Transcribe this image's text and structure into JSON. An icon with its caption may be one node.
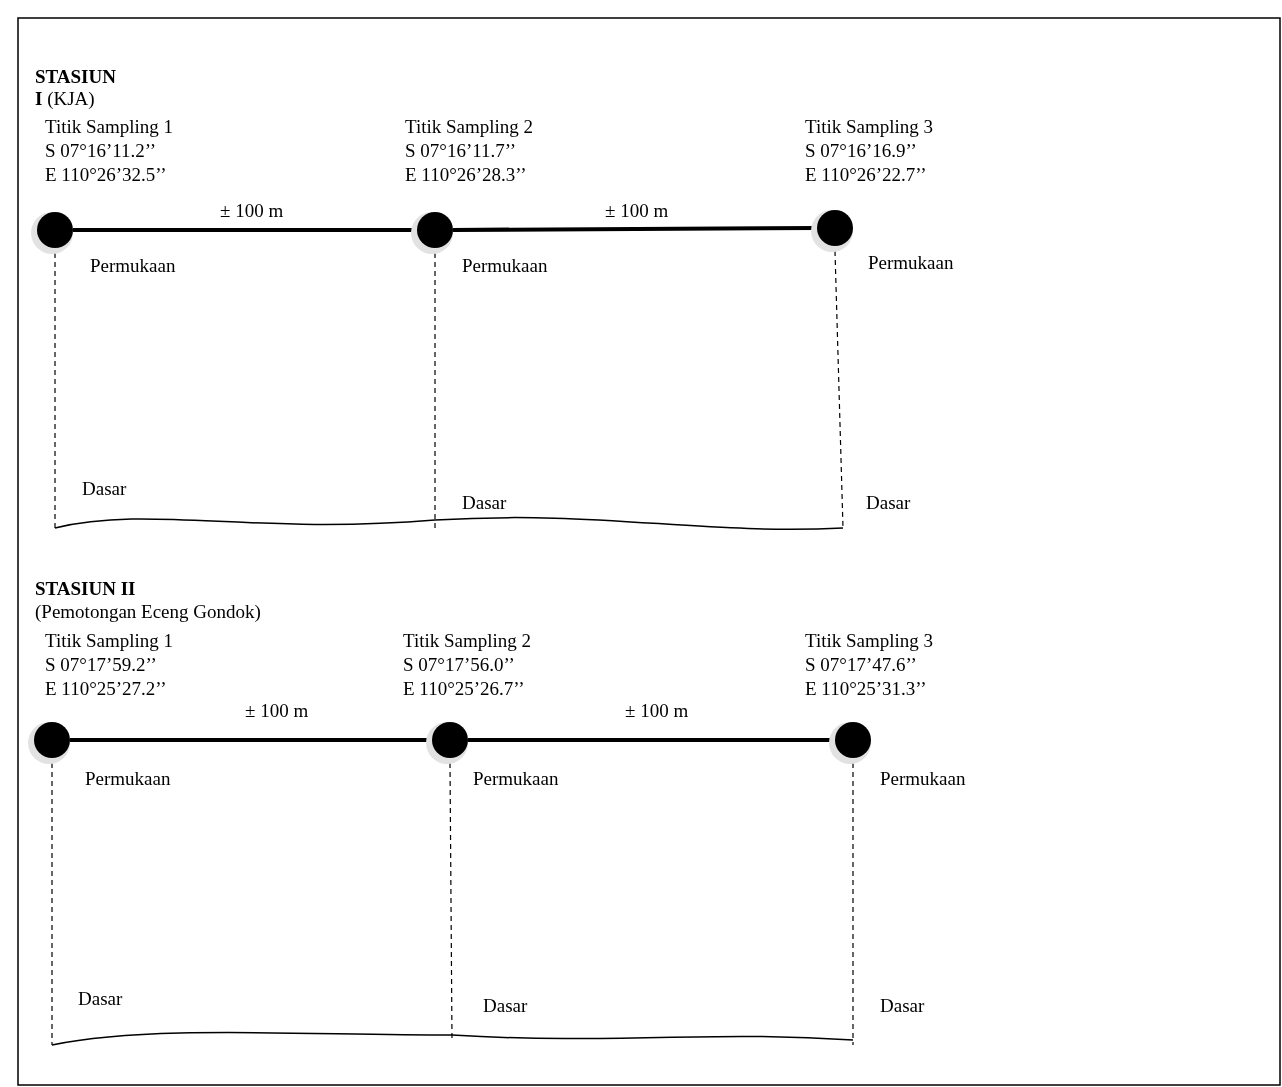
{
  "diagram": {
    "nodes": [
      {
        "text": [],
        "shape": "circle",
        "beside": [
          "Titik Sampling 1",
          "S 07°16’11.2’’",
          "E 110°26’32.5’’"
        ]
      },
      {
        "text": [],
        "shape": "circle",
        "beside": [
          "Titik  Sampling 2",
          "S 07°16’11.7’’",
          "E 110°26’28.3’’"
        ]
      },
      {
        "text": [],
        "shape": "circle",
        "beside": [
          "Titik Sampling 3",
          "S 07°16’16.9’’",
          "E 110°26’22.7’’"
        ]
      },
      {
        "text": [],
        "shape": "circle",
        "beside": [
          "Titik Sampling 1",
          "S 07°17’59.2’’",
          "E 110°25’27.2’’"
        ]
      },
      {
        "text": [],
        "shape": "circle",
        "beside": [
          "Titik  Sampling 2",
          "S 07°17’56.0’’",
          "E 110°25’26.7’’"
        ]
      },
      {
        "text": [],
        "shape": "circle",
        "beside": [
          "Titik Sampling 3",
          "S 07°17’47.6’’",
          "E 110°25’31.3’’"
        ]
      }
    ],
    "edges": [
      {
        "from": 0,
        "to": 1,
        "arrow": "none",
        "label": "± 100 m"
      },
      {
        "from": 1,
        "to": 2,
        "arrow": "none",
        "label": "± 100 m"
      },
      {
        "from": 3,
        "to": 4,
        "arrow": "none",
        "label": "± 100 m"
      },
      {
        "from": 4,
        "to": 5,
        "arrow": "none",
        "label": "± 100 m"
      }
    ],
    "labels": [
      "**STASIUN I** (KJA)",
      "Permukaan",
      "Permukaan",
      "Permukaan",
      "Dasar",
      "Dasar",
      "Dasar",
      "STASIUN II",
      "(Pemotongan Eceng Gondok)",
      "Permukaan",
      "Permukaan",
      "Permukaan",
      "Dasar",
      "Dasar",
      "Dasar"
    ]
  }
}
